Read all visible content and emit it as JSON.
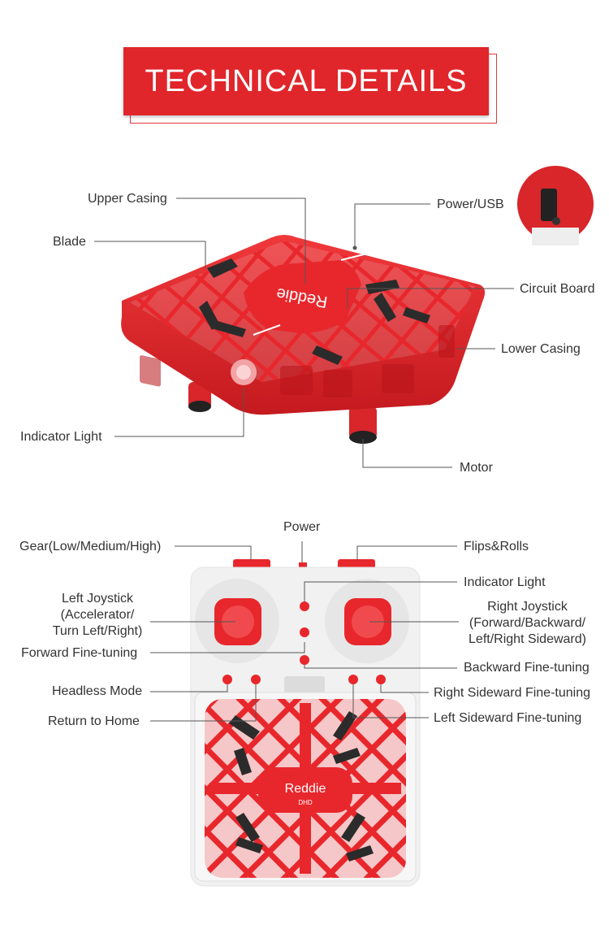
{
  "banner": {
    "title": "TECHNICAL DETAILS"
  },
  "drone_labels": {
    "upper_casing": "Upper Casing",
    "power_usb": "Power/USB",
    "blade": "Blade",
    "circuit_board": "Circuit Board",
    "lower_casing": "Lower Casing",
    "indicator_light": "Indicator Light",
    "motor": "Motor"
  },
  "controller_labels": {
    "power": "Power",
    "gear": "Gear(Low/Medium/High)",
    "flips_rolls": "Flips&Rolls",
    "indicator_light": "Indicator Light",
    "left_joystick": [
      "Left Joystick",
      "(Accelerator/",
      "Turn Left/Right)"
    ],
    "right_joystick": [
      "Right Joystick",
      "(Forward/Backward/",
      "Left/Right Sideward)"
    ],
    "forward_fine_tuning": "Forward Fine-tuning",
    "backward_fine_tuning": "Backward Fine-tuning",
    "headless_mode": "Headless Mode",
    "right_sideward_fine_tuning": "Right Sideward Fine-tuning",
    "return_to_home": "Return to Home",
    "left_sideward_fine_tuning": "Left Sideward Fine-tuning"
  },
  "product": {
    "brand": "Reddie",
    "model": "DHD"
  },
  "colors": {
    "accent": "#e0262b",
    "drone_red": "#e8272c",
    "line": "#555555",
    "controller_body": "#f0f0f0"
  }
}
